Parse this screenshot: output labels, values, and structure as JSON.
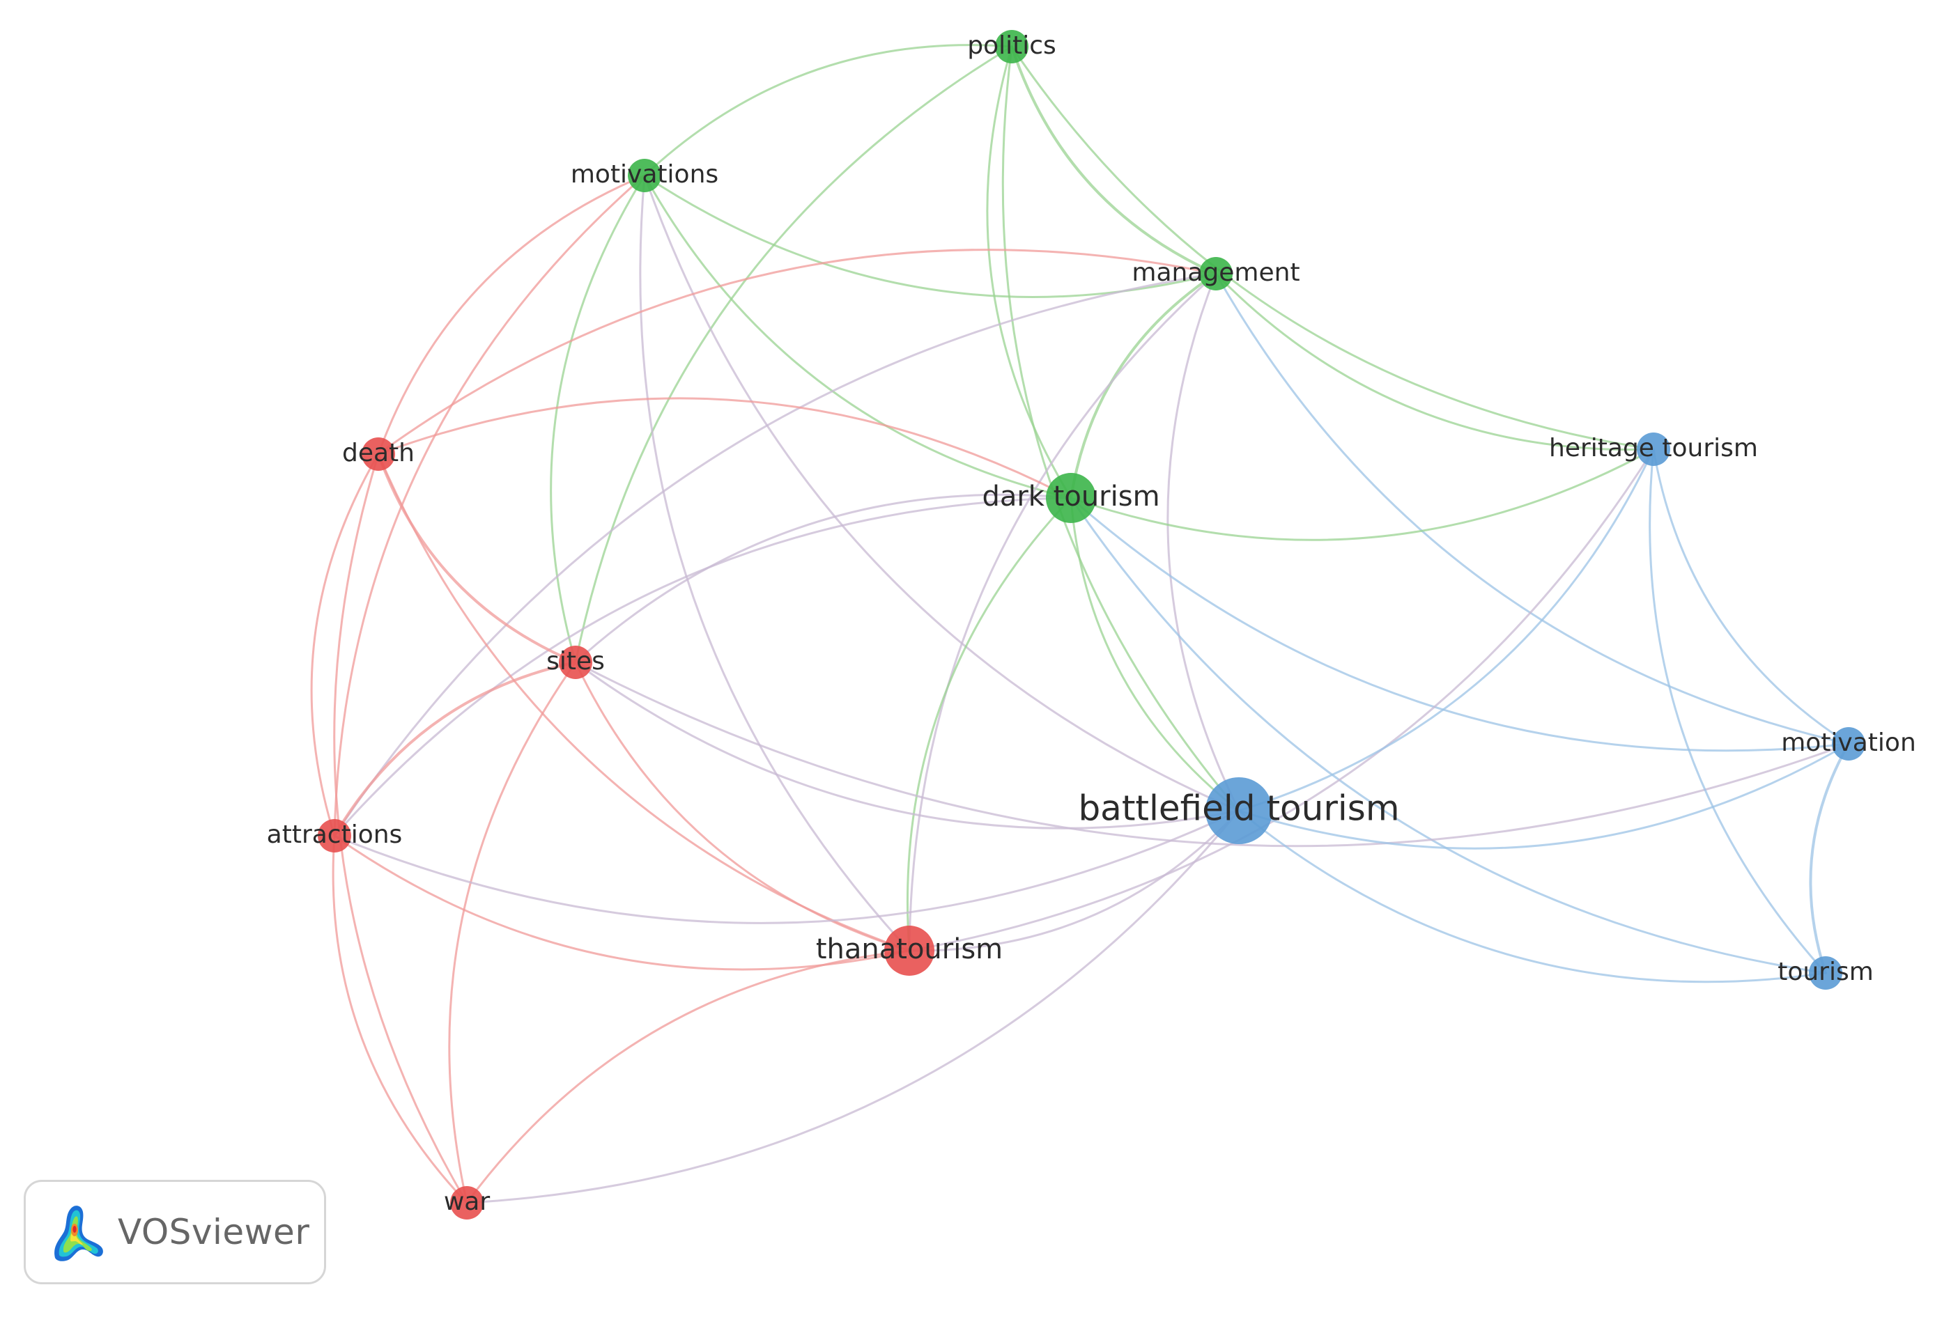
{
  "network": {
    "clusters": {
      "red": "#e8504f",
      "green": "#3cb54a",
      "blue": "#5b9bd5"
    },
    "link_colors": {
      "red": "#f09a98",
      "green": "#99d391",
      "blue": "#9cc3e6",
      "mixed": "#c8b9d3"
    },
    "nodes": [
      {
        "id": "politics",
        "label": "politics",
        "cluster": "green",
        "weight": 2
      },
      {
        "id": "motivations",
        "label": "motivations",
        "cluster": "green",
        "weight": 2
      },
      {
        "id": "management",
        "label": "management",
        "cluster": "green",
        "weight": 2
      },
      {
        "id": "dark-tourism",
        "label": "dark tourism",
        "cluster": "green",
        "weight": 4
      },
      {
        "id": "death",
        "label": "death",
        "cluster": "red",
        "weight": 2
      },
      {
        "id": "sites",
        "label": "sites",
        "cluster": "red",
        "weight": 2
      },
      {
        "id": "attractions",
        "label": "attractions",
        "cluster": "red",
        "weight": 2
      },
      {
        "id": "thanatourism",
        "label": "thanatourism",
        "cluster": "red",
        "weight": 4
      },
      {
        "id": "war",
        "label": "war",
        "cluster": "red",
        "weight": 2
      },
      {
        "id": "heritage-tourism",
        "label": "heritage tourism",
        "cluster": "blue",
        "weight": 2
      },
      {
        "id": "battlefield-tourism",
        "label": "battlefield tourism",
        "cluster": "blue",
        "weight": 6
      },
      {
        "id": "motivation",
        "label": "motivation",
        "cluster": "blue",
        "weight": 2
      },
      {
        "id": "tourism",
        "label": "tourism",
        "cluster": "blue",
        "weight": 2
      }
    ],
    "links": [
      [
        "politics",
        "motivations",
        "green"
      ],
      [
        "politics",
        "management",
        "green"
      ],
      [
        "politics",
        "dark-tourism",
        "green"
      ],
      [
        "politics",
        "battlefield-tourism",
        "green"
      ],
      [
        "politics",
        "sites",
        "green"
      ],
      [
        "politics",
        "heritage-tourism",
        "green"
      ],
      [
        "motivations",
        "management",
        "green"
      ],
      [
        "motivations",
        "dark-tourism",
        "green"
      ],
      [
        "motivations",
        "battlefield-tourism",
        "mixed"
      ],
      [
        "motivations",
        "thanatourism",
        "mixed"
      ],
      [
        "motivations",
        "death",
        "red"
      ],
      [
        "motivations",
        "sites",
        "green"
      ],
      [
        "motivations",
        "attractions",
        "red"
      ],
      [
        "management",
        "dark-tourism",
        "green"
      ],
      [
        "management",
        "battlefield-tourism",
        "mixed"
      ],
      [
        "management",
        "heritage-tourism",
        "green"
      ],
      [
        "management",
        "thanatourism",
        "mixed"
      ],
      [
        "management",
        "death",
        "red"
      ],
      [
        "management",
        "attractions",
        "mixed"
      ],
      [
        "management",
        "motivation",
        "blue"
      ],
      [
        "dark-tourism",
        "death",
        "red"
      ],
      [
        "dark-tourism",
        "sites",
        "mixed"
      ],
      [
        "dark-tourism",
        "attractions",
        "mixed"
      ],
      [
        "dark-tourism",
        "thanatourism",
        "green"
      ],
      [
        "dark-tourism",
        "battlefield-tourism",
        "green"
      ],
      [
        "dark-tourism",
        "heritage-tourism",
        "green"
      ],
      [
        "dark-tourism",
        "motivation",
        "blue"
      ],
      [
        "dark-tourism",
        "tourism",
        "blue"
      ],
      [
        "death",
        "sites",
        "red"
      ],
      [
        "death",
        "attractions",
        "red"
      ],
      [
        "death",
        "thanatourism",
        "red"
      ],
      [
        "death",
        "war",
        "red"
      ],
      [
        "sites",
        "attractions",
        "red"
      ],
      [
        "sites",
        "thanatourism",
        "red"
      ],
      [
        "sites",
        "battlefield-tourism",
        "mixed"
      ],
      [
        "sites",
        "war",
        "red"
      ],
      [
        "sites",
        "motivation",
        "mixed"
      ],
      [
        "attractions",
        "thanatourism",
        "red"
      ],
      [
        "attractions",
        "battlefield-tourism",
        "mixed"
      ],
      [
        "attractions",
        "war",
        "red"
      ],
      [
        "thanatourism",
        "battlefield-tourism",
        "mixed"
      ],
      [
        "thanatourism",
        "war",
        "red"
      ],
      [
        "thanatourism",
        "heritage-tourism",
        "mixed"
      ],
      [
        "war",
        "battlefield-tourism",
        "mixed"
      ],
      [
        "battlefield-tourism",
        "heritage-tourism",
        "blue"
      ],
      [
        "battlefield-tourism",
        "motivation",
        "blue"
      ],
      [
        "battlefield-tourism",
        "tourism",
        "blue"
      ],
      [
        "heritage-tourism",
        "motivation",
        "blue"
      ],
      [
        "heritage-tourism",
        "tourism",
        "blue"
      ],
      [
        "motivation",
        "tourism",
        "blue"
      ]
    ]
  },
  "branding": {
    "name": "VOSviewer",
    "logo_icon": "vosviewer-logo-icon"
  }
}
